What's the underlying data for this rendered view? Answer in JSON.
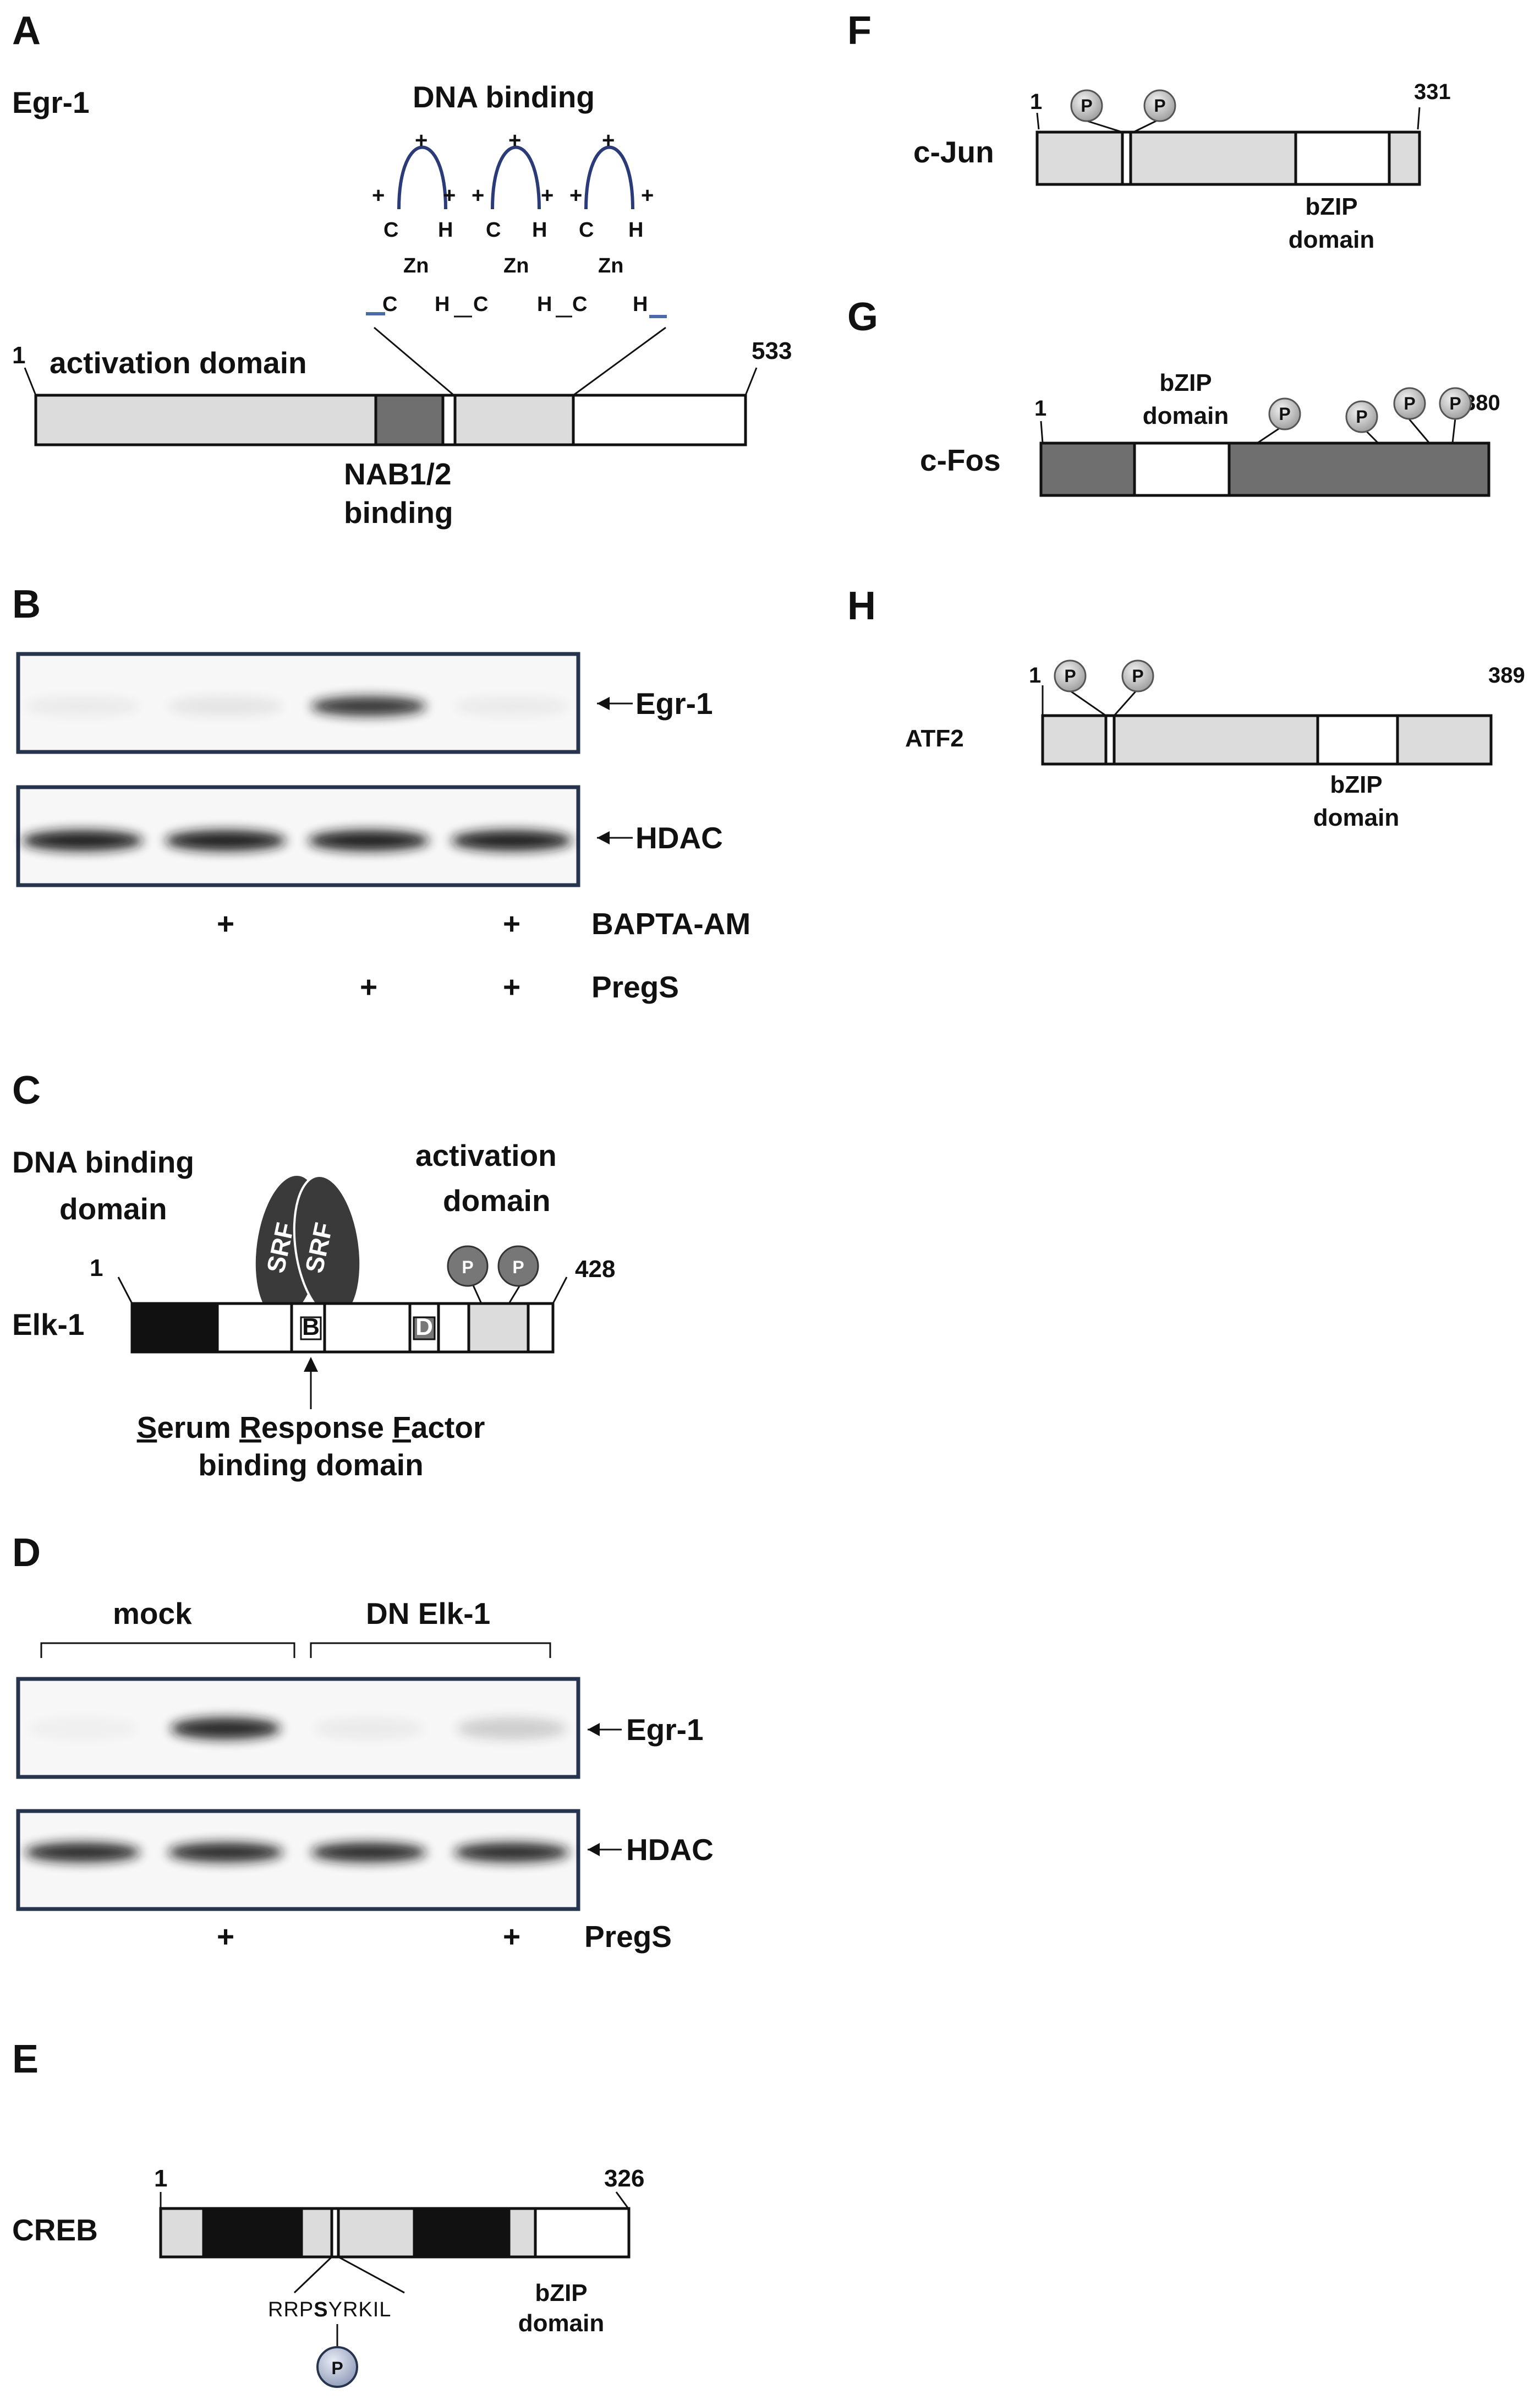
{
  "panels": {
    "A": {
      "letter": "A",
      "protein": "Egr-1",
      "dna_binding": "DNA binding",
      "activation_domain": "activation domain",
      "nab_binding_1": "NAB1/2",
      "nab_binding_2": "binding",
      "start": "1",
      "end": "533",
      "plus": "+",
      "c": "C",
      "h": "H",
      "zn": "Zn"
    },
    "B": {
      "letter": "B",
      "egr1": "Egr-1",
      "hdac": "HDAC",
      "bapta": "BAPTA-AM",
      "pregs": "PregS",
      "plus": "+",
      "bapta_lanes": [
        false,
        true,
        false,
        true
      ],
      "pregs_lanes": [
        false,
        false,
        true,
        true
      ],
      "egr1_band_intensity": [
        0.05,
        0.08,
        0.85,
        0.05
      ],
      "hdac_band_intensity": [
        0.95,
        0.95,
        0.95,
        0.95
      ]
    },
    "C": {
      "letter": "C",
      "dna_binding_1": "DNA binding",
      "dna_binding_2": "domain",
      "activation_1": "activation",
      "activation_2": "domain",
      "protein": "Elk-1",
      "start": "1",
      "end": "428",
      "srf": "SRF",
      "b_box": "B",
      "d_box": "D",
      "p": "P",
      "srf_line1": [
        {
          "u": "S",
          "rest": "erum "
        },
        {
          "u": "R",
          "rest": "esponse "
        },
        {
          "u": "F",
          "rest": "actor"
        }
      ],
      "srf_line2": "binding domain"
    },
    "D": {
      "letter": "D",
      "mock": "mock",
      "dn_elk": "DN Elk-1",
      "egr1": "Egr-1",
      "hdac": "HDAC",
      "pregs": "PregS",
      "plus": "+",
      "pregs_lanes": [
        false,
        true,
        false,
        true
      ],
      "egr1_band_intensity": [
        0.03,
        0.9,
        0.05,
        0.18
      ],
      "hdac_band_intensity": [
        0.9,
        0.9,
        0.9,
        0.9
      ]
    },
    "E": {
      "letter": "E",
      "protein": "CREB",
      "start": "1",
      "end": "326",
      "sequence_pre": "RRP",
      "sequence_s": "S",
      "sequence_post": "YRKIL",
      "bzip_1": "bZIP",
      "bzip_2": "domain",
      "p": "P"
    },
    "F": {
      "letter": "F",
      "protein": "c-Jun",
      "start": "1",
      "end": "331",
      "bzip_1": "bZIP",
      "bzip_2": "domain",
      "p": "P"
    },
    "G": {
      "letter": "G",
      "protein": "c-Fos",
      "start": "1",
      "end": "380",
      "bzip_1": "bZIP",
      "bzip_2": "domain",
      "p": "P"
    },
    "H": {
      "letter": "H",
      "protein": "ATF2",
      "start": "1",
      "end": "389",
      "bzip_1": "bZIP",
      "bzip_2": "domain",
      "p": "P"
    }
  }
}
